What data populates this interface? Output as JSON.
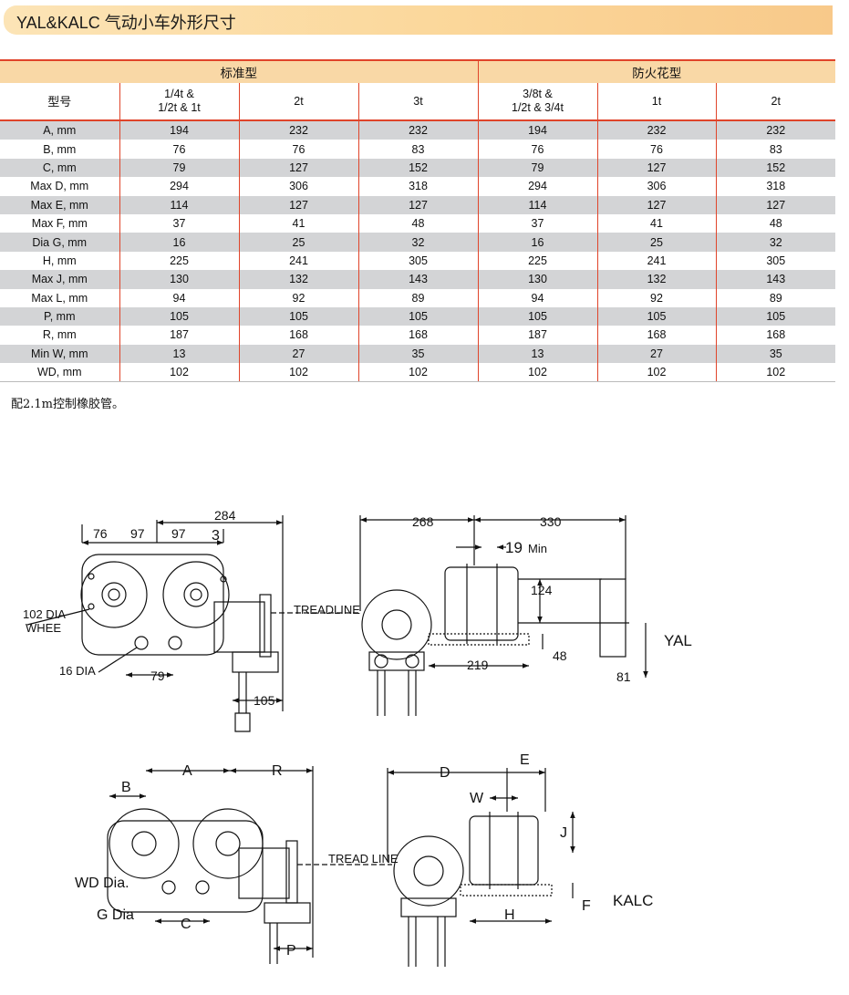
{
  "title": "YAL&KALC 气动小车外形尺寸",
  "table": {
    "group_standard": "标准型",
    "group_sparkproof": "防火花型",
    "model_label": "型号",
    "columns": [
      {
        "line1": "1/4t &",
        "line2": "1/2t & 1t"
      },
      {
        "line1": "2t",
        "line2": ""
      },
      {
        "line1": "3t",
        "line2": ""
      },
      {
        "line1": "3/8t &",
        "line2": "1/2t & 3/4t"
      },
      {
        "line1": "1t",
        "line2": ""
      },
      {
        "line1": "2t",
        "line2": ""
      }
    ],
    "rows": [
      {
        "label": "A, mm",
        "values": [
          "194",
          "232",
          "232",
          "194",
          "232",
          "232"
        ]
      },
      {
        "label": "B, mm",
        "values": [
          "76",
          "76",
          "83",
          "76",
          "76",
          "83"
        ]
      },
      {
        "label": "C, mm",
        "values": [
          "79",
          "127",
          "152",
          "79",
          "127",
          "152"
        ]
      },
      {
        "label": "Max D, mm",
        "values": [
          "294",
          "306",
          "318",
          "294",
          "306",
          "318"
        ]
      },
      {
        "label": "Max E, mm",
        "values": [
          "114",
          "127",
          "127",
          "114",
          "127",
          "127"
        ]
      },
      {
        "label": "Max F, mm",
        "values": [
          "37",
          "41",
          "48",
          "37",
          "41",
          "48"
        ]
      },
      {
        "label": "Dia G, mm",
        "values": [
          "16",
          "25",
          "32",
          "16",
          "25",
          "32"
        ]
      },
      {
        "label": "H, mm",
        "values": [
          "225",
          "241",
          "305",
          "225",
          "241",
          "305"
        ]
      },
      {
        "label": "Max J, mm",
        "values": [
          "130",
          "132",
          "143",
          "130",
          "132",
          "143"
        ]
      },
      {
        "label": "Max L, mm",
        "values": [
          "94",
          "92",
          "89",
          "94",
          "92",
          "89"
        ]
      },
      {
        "label": "P, mm",
        "values": [
          "105",
          "105",
          "105",
          "105",
          "105",
          "105"
        ]
      },
      {
        "label": "R, mm",
        "values": [
          "187",
          "168",
          "168",
          "187",
          "168",
          "168"
        ]
      },
      {
        "label": "Min W, mm",
        "values": [
          "13",
          "27",
          "35",
          "13",
          "27",
          "35"
        ]
      },
      {
        "label": "WD, mm",
        "values": [
          "102",
          "102",
          "102",
          "102",
          "102",
          "102"
        ]
      }
    ]
  },
  "note": "配2.1m控制橡胶管。",
  "drawing_yal": {
    "model": "YAL",
    "dims": {
      "d284": "284",
      "d76": "76",
      "d97a": "97",
      "d97b": "97",
      "d3": "3",
      "d268": "268",
      "d330": "330",
      "d19": "19",
      "min": "Min",
      "d124": "124",
      "d219": "219",
      "d48": "48",
      "d81": "81",
      "d79": "79",
      "d105": "105"
    },
    "labels": {
      "wheel1": "102 DIA",
      "wheel2": "WHEE",
      "hole": "16 DIA",
      "treadline": "TREADLINE"
    }
  },
  "drawing_kalc": {
    "model": "KALC",
    "dims": {
      "A": "A",
      "B": "B",
      "R": "R",
      "C": "C",
      "P": "P",
      "D": "D",
      "E": "E",
      "W": "W",
      "J": "J",
      "H": "H",
      "F": "F"
    },
    "labels": {
      "wd": "WD Dia.",
      "g": "G Dia",
      "treadline": "TREAD LINE"
    }
  },
  "colors": {
    "accent": "#e0442a",
    "header_bg": "#f9d8a6",
    "stripe": "#d3d4d6"
  }
}
